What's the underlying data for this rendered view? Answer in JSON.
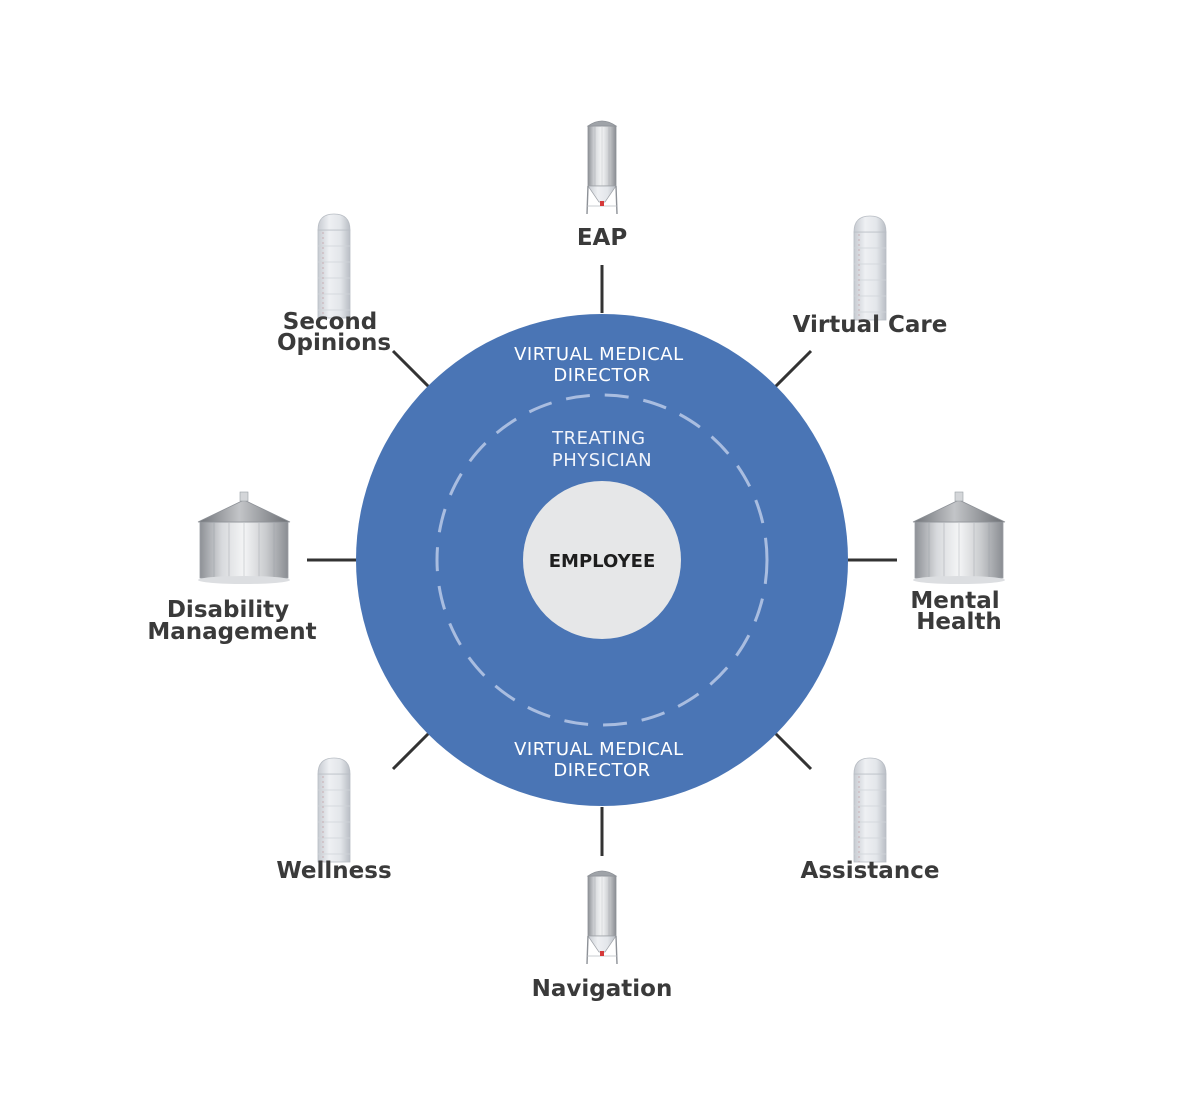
{
  "diagram": {
    "center": {
      "label": "EMPLOYEE",
      "fill": "#e6e7e8"
    },
    "outer_ring": {
      "fill": "#4a75b5",
      "label_top": [
        "VIRTUAL MEDICAL",
        "DIRECTOR"
      ],
      "label_bottom": [
        "VIRTUAL MEDICAL",
        "DIRECTOR"
      ]
    },
    "inner_ring": {
      "style": "dashed",
      "stroke": "#a9bde0",
      "label": [
        "TREATING",
        "PHYSICIAN"
      ]
    },
    "connector_color": "#333333",
    "silos": [
      {
        "id": "eap",
        "label": [
          "EAP"
        ],
        "icon": "tall-feed-silo-icon"
      },
      {
        "id": "virtual-care",
        "label": [
          "Virtual Care"
        ],
        "icon": "narrow-silo-icon"
      },
      {
        "id": "mental-health",
        "label": [
          "Mental",
          "Health"
        ],
        "icon": "wide-grain-bin-icon"
      },
      {
        "id": "assistance",
        "label": [
          "Assistance"
        ],
        "icon": "narrow-silo-icon"
      },
      {
        "id": "navigation",
        "label": [
          "Navigation"
        ],
        "icon": "tall-feed-silo-icon"
      },
      {
        "id": "wellness",
        "label": [
          "Wellness"
        ],
        "icon": "narrow-silo-icon"
      },
      {
        "id": "disability-management",
        "label": [
          "Disability",
          "Management"
        ],
        "icon": "wide-grain-bin-icon"
      },
      {
        "id": "second-opinions",
        "label": [
          "Second",
          "Opinions"
        ],
        "icon": "narrow-silo-icon"
      }
    ]
  }
}
